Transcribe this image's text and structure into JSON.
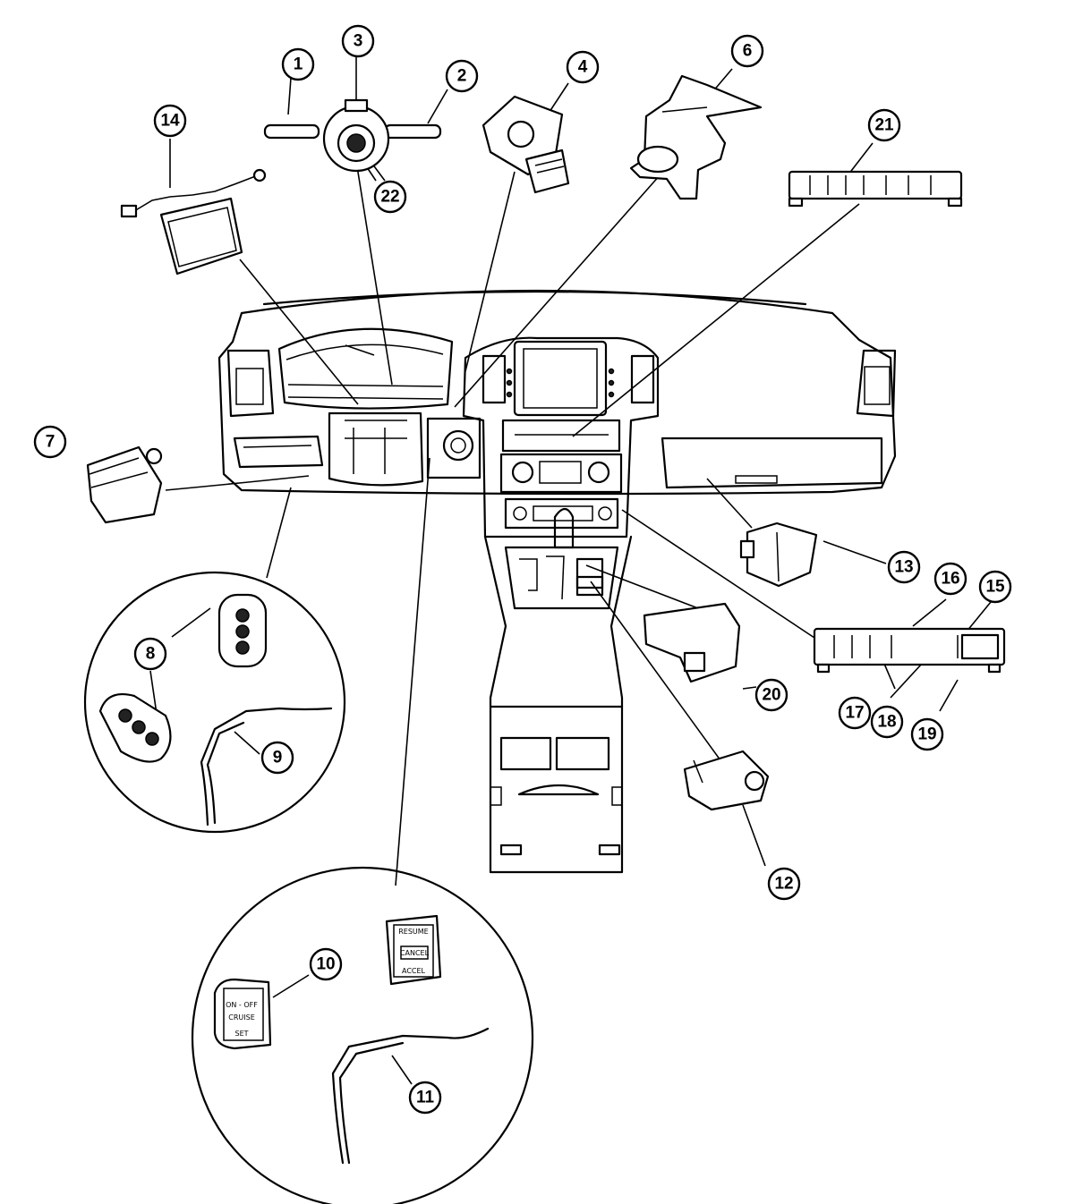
{
  "callouts": [
    {
      "id": "c1",
      "label": "1"
    },
    {
      "id": "c2",
      "label": "2"
    },
    {
      "id": "c3",
      "label": "3"
    },
    {
      "id": "c4",
      "label": "4"
    },
    {
      "id": "c6",
      "label": "6"
    },
    {
      "id": "c7",
      "label": "7"
    },
    {
      "id": "c8",
      "label": "8"
    },
    {
      "id": "c9",
      "label": "9"
    },
    {
      "id": "c10",
      "label": "10"
    },
    {
      "id": "c11",
      "label": "11"
    },
    {
      "id": "c12",
      "label": "12"
    },
    {
      "id": "c13",
      "label": "13"
    },
    {
      "id": "c14",
      "label": "14"
    },
    {
      "id": "c15",
      "label": "15"
    },
    {
      "id": "c16",
      "label": "16"
    },
    {
      "id": "c17",
      "label": "17"
    },
    {
      "id": "c18",
      "label": "18"
    },
    {
      "id": "c19",
      "label": "19"
    },
    {
      "id": "c20",
      "label": "20"
    },
    {
      "id": "c21",
      "label": "21"
    },
    {
      "id": "c22",
      "label": "22"
    }
  ],
  "switch_text": {
    "on_off": "ON - OFF",
    "cruise": "CRUISE",
    "set": "SET",
    "cancel": "CANCEL",
    "resume": "RESUME",
    "accel": "ACCEL"
  },
  "colors": {
    "line": "#000000",
    "background": "#ffffff"
  }
}
